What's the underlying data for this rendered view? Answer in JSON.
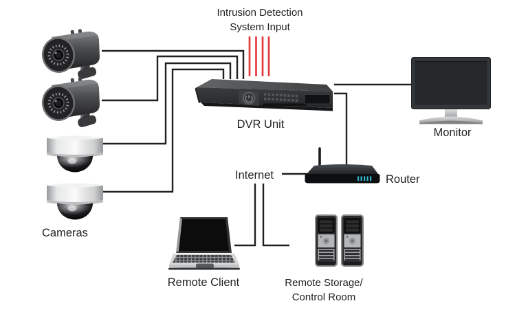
{
  "title": {
    "line1": "Intrusion Detection",
    "line2": "System Input"
  },
  "nodes": {
    "cameras": {
      "label": "Cameras",
      "devices": [
        "bullet-camera",
        "bullet-camera",
        "dome-camera",
        "dome-camera"
      ]
    },
    "dvr": {
      "label": "DVR Unit"
    },
    "monitor": {
      "label": "Monitor"
    },
    "internet": {
      "label": "Internet"
    },
    "router": {
      "label": "Router"
    },
    "remote_client": {
      "label": "Remote Client"
    },
    "remote_storage": {
      "label_line1": "Remote Storage/",
      "label_line2": "Control Room"
    }
  },
  "connections": [
    {
      "from": "bullet-camera-1",
      "to": "dvr-unit",
      "style": "black-cable"
    },
    {
      "from": "bullet-camera-2",
      "to": "dvr-unit",
      "style": "black-cable"
    },
    {
      "from": "dome-camera-1",
      "to": "dvr-unit",
      "style": "black-cable"
    },
    {
      "from": "dome-camera-2",
      "to": "dvr-unit",
      "style": "black-cable"
    },
    {
      "from": "intrusion-detection-system-input",
      "to": "dvr-unit",
      "style": "red-lines",
      "count": 4
    },
    {
      "from": "dvr-unit",
      "to": "monitor",
      "style": "black-cable"
    },
    {
      "from": "dvr-unit",
      "to": "router",
      "style": "black-cable"
    },
    {
      "from": "internet",
      "to": "router",
      "style": "black-cable"
    },
    {
      "from": "internet",
      "to": "remote-client",
      "style": "black-cable"
    },
    {
      "from": "internet",
      "to": "remote-storage",
      "style": "black-cable"
    }
  ],
  "colors": {
    "background_color": "#ffffff",
    "text_color": "#231f20",
    "cable_color": "#231f20",
    "intrusion_line_color": "#e23b3e",
    "router_led_color": "#2fb9cf"
  }
}
